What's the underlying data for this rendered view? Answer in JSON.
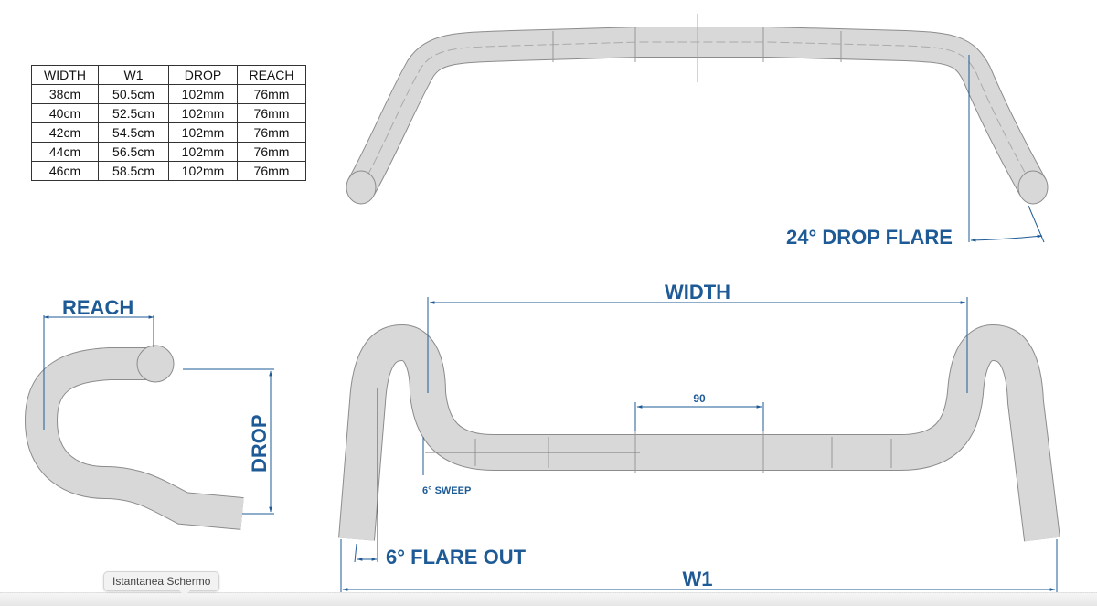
{
  "table": {
    "headers": [
      "WIDTH",
      "W1",
      "DROP",
      "REACH"
    ],
    "rows": [
      [
        "38cm",
        "50.5cm",
        "102mm",
        "76mm"
      ],
      [
        "40cm",
        "52.5cm",
        "102mm",
        "76mm"
      ],
      [
        "42cm",
        "54.5cm",
        "102mm",
        "76mm"
      ],
      [
        "44cm",
        "56.5cm",
        "102mm",
        "76mm"
      ],
      [
        "46cm",
        "58.5cm",
        "102mm",
        "76mm"
      ]
    ]
  },
  "labels": {
    "drop_flare": "24° DROP FLARE",
    "reach": "REACH",
    "drop": "DROP",
    "width": "WIDTH",
    "clamp": "90",
    "sweep": "6° SWEEP",
    "flare_out": "6° FLARE OUT",
    "w1": "W1"
  },
  "tooltip": "Istantanea Schermo",
  "colors": {
    "accent": "#1e5b96",
    "bar": "#d7d7d7"
  }
}
